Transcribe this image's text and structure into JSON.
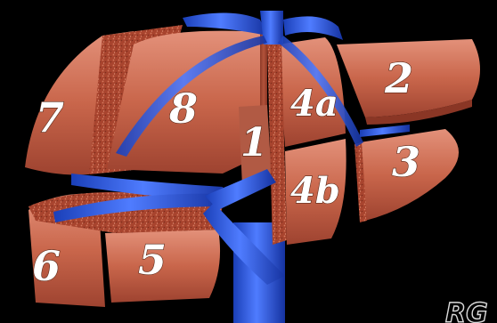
{
  "segments": [
    {
      "id": "seg-1",
      "label": "1"
    },
    {
      "id": "seg-2",
      "label": "2"
    },
    {
      "id": "seg-3",
      "label": "3"
    },
    {
      "id": "seg-4a",
      "label": "4a"
    },
    {
      "id": "seg-4b",
      "label": "4b"
    },
    {
      "id": "seg-5",
      "label": "5"
    },
    {
      "id": "seg-6",
      "label": "6"
    },
    {
      "id": "seg-7",
      "label": "7"
    },
    {
      "id": "seg-8",
      "label": "8"
    }
  ],
  "watermark": "RG",
  "colors": {
    "background": "#000000",
    "parenchyma": "#c8654a",
    "parenchyma_light": "#e08a6c",
    "parenchyma_cut": "#a8442e",
    "vessel": "#1f4fd0",
    "vessel_light": "#5a86ff"
  }
}
